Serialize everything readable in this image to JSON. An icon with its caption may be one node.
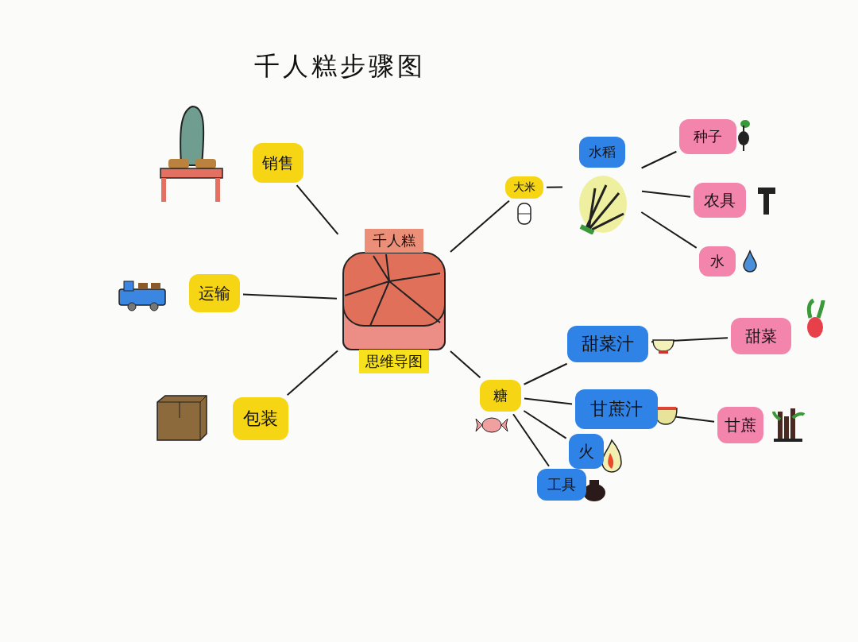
{
  "diagram": {
    "title": "千人糕步骤图",
    "nodes": [
      {
        "text": [
          "千人糕",
          "思维导图"
        ]
      },
      {
        "text": [
          "销售"
        ]
      },
      {
        "text": [
          "运输"
        ]
      },
      {
        "text": [
          "包装"
        ]
      },
      {
        "text": [
          "大米"
        ]
      },
      {
        "text": [
          "水稻"
        ]
      },
      {
        "text": [
          "种子"
        ]
      },
      {
        "text": [
          "农具"
        ]
      },
      {
        "text": [
          "水"
        ]
      },
      {
        "text": [
          "糖"
        ]
      },
      {
        "text": [
          "甜菜汁"
        ]
      },
      {
        "text": [
          "甘蔗汁"
        ]
      },
      {
        "text": [
          "火"
        ]
      },
      {
        "text": [
          "工具"
        ]
      },
      {
        "text": [
          "甜菜"
        ]
      },
      {
        "text": [
          "甘蔗"
        ]
      }
    ],
    "edges": [
      {
        "from": 0,
        "to": 1,
        "arrow": "none"
      },
      {
        "from": 0,
        "to": 2,
        "arrow": "none"
      },
      {
        "from": 0,
        "to": 3,
        "arrow": "none"
      },
      {
        "from": 0,
        "to": 4,
        "arrow": "none"
      },
      {
        "from": 0,
        "to": 9,
        "arrow": "none"
      },
      {
        "from": 4,
        "to": 5,
        "arrow": "none"
      },
      {
        "from": 5,
        "to": 6,
        "arrow": "none"
      },
      {
        "from": 5,
        "to": 7,
        "arrow": "none"
      },
      {
        "from": 5,
        "to": 8,
        "arrow": "none"
      },
      {
        "from": 9,
        "to": 10,
        "arrow": "none"
      },
      {
        "from": 9,
        "to": 11,
        "arrow": "none"
      },
      {
        "from": 9,
        "to": 12,
        "arrow": "none"
      },
      {
        "from": 9,
        "to": 13,
        "arrow": "none"
      },
      {
        "from": 10,
        "to": 14,
        "arrow": "none"
      },
      {
        "from": 11,
        "to": 15,
        "arrow": "none"
      }
    ]
  }
}
